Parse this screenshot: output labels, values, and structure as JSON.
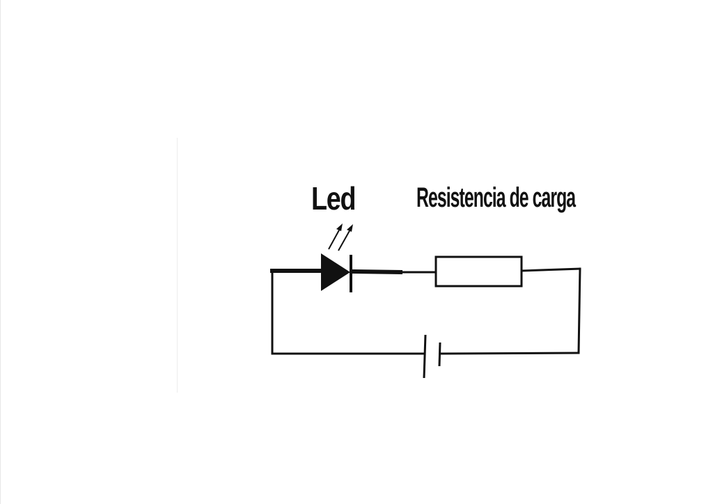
{
  "diagram": {
    "labels": {
      "led": "Led",
      "resistor": "Resistencia de carga"
    },
    "components": [
      "led",
      "resistor",
      "battery"
    ],
    "colors": {
      "line": "#111111",
      "background": "#ffffff"
    }
  }
}
